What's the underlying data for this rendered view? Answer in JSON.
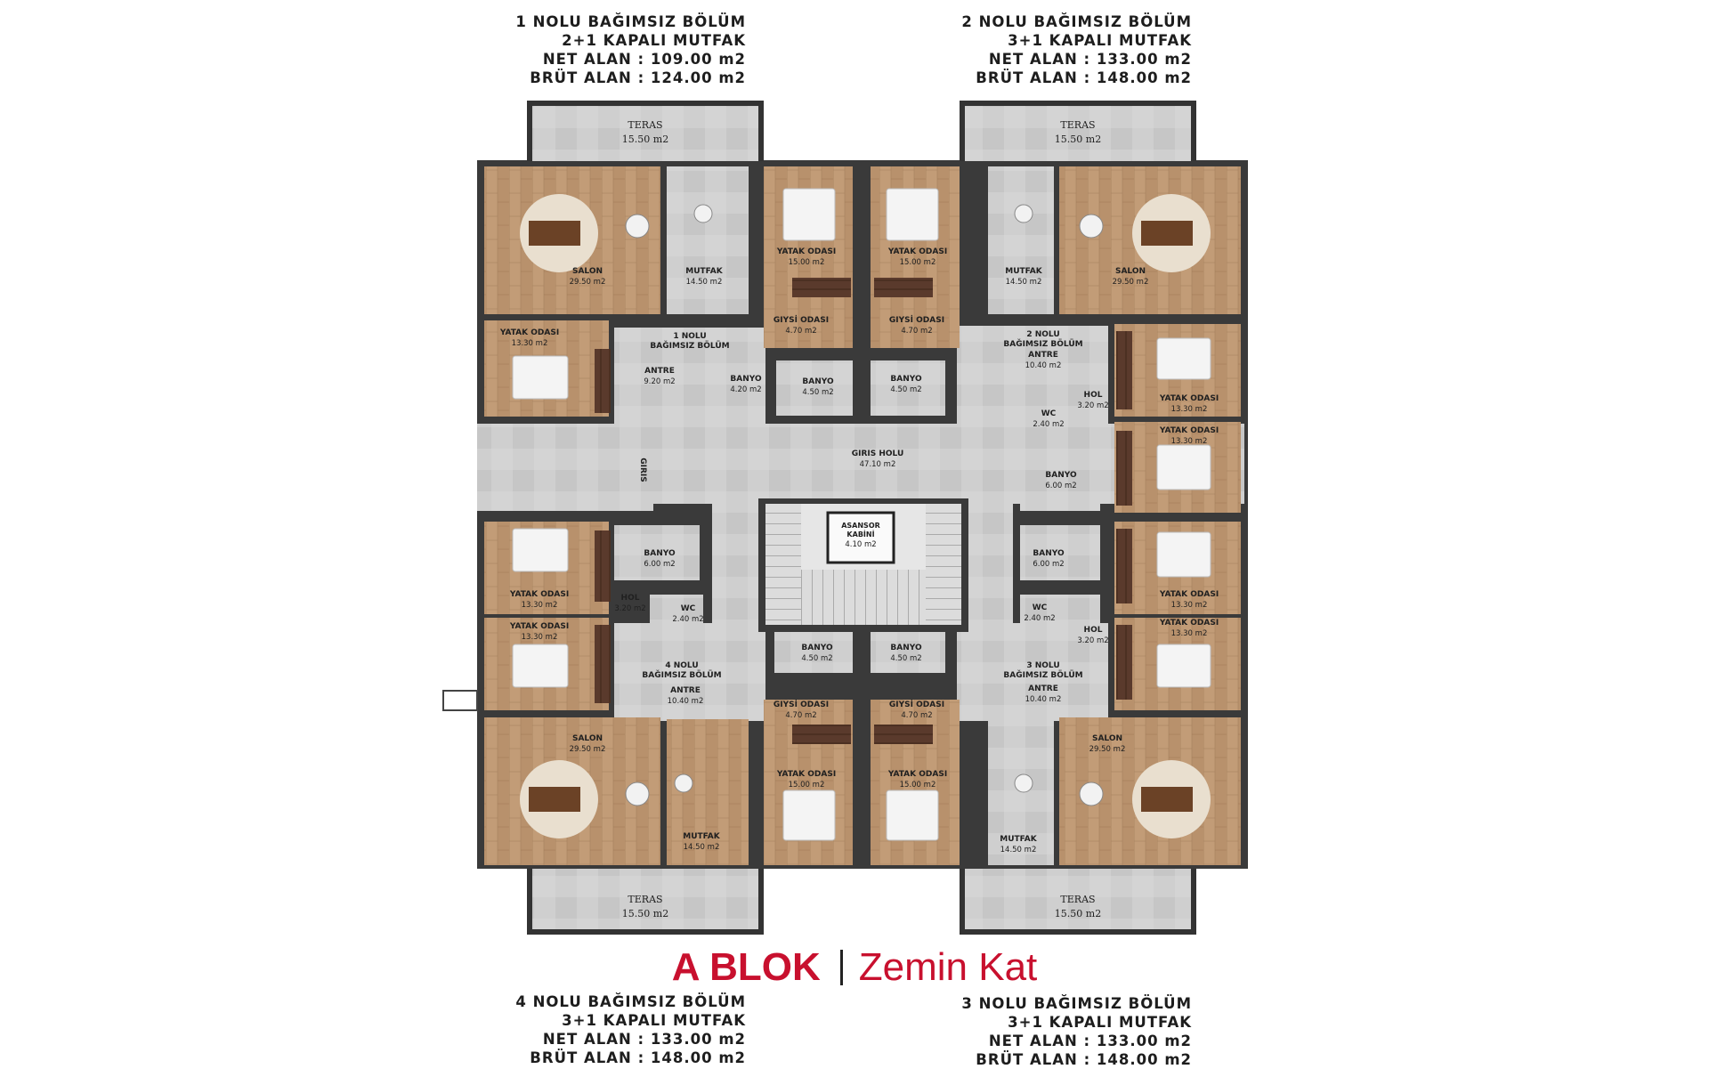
{
  "units": {
    "u1": {
      "line1": "1 NOLU BAĞIMSIZ BÖLÜM",
      "line2": "2+1 KAPALI MUTFAK",
      "line3": "NET ALAN : 109.00 m2",
      "line4": "BRÜT ALAN : 124.00 m2"
    },
    "u2": {
      "line1": "2 NOLU BAĞIMSIZ BÖLÜM",
      "line2": "3+1 KAPALI MUTFAK",
      "line3": "NET ALAN : 133.00 m2",
      "line4": "BRÜT ALAN : 148.00 m2"
    },
    "u4": {
      "line1": "4 NOLU BAĞIMSIZ BÖLÜM",
      "line2": "3+1 KAPALI MUTFAK",
      "line3": "NET ALAN : 133.00 m2",
      "line4": "BRÜT ALAN : 148.00 m2"
    },
    "u3": {
      "line1": "3 NOLU BAĞIMSIZ BÖLÜM",
      "line2": "3+1 KAPALI MUTFAK",
      "line3": "NET ALAN : 133.00 m2",
      "line4": "BRÜT ALAN : 148.00 m2"
    }
  },
  "title": {
    "block": "A BLOK",
    "floor": "Zemin Kat",
    "accent_color": "#c8102e"
  },
  "plan": {
    "teras": {
      "name": "TERAS",
      "area": "15.50 m2"
    },
    "giris": "GIRIS",
    "giris_holu": {
      "name": "GIRIS HOLU",
      "area": "47.10 m2"
    },
    "asansor": {
      "name1": "ASANSOR",
      "name2": "KABİNİ",
      "area": "4.10 m2"
    },
    "rooms": {
      "salon": {
        "name": "SALON",
        "area": "29.50 m2"
      },
      "mutfak": {
        "name": "MUTFAK",
        "area": "14.50 m2"
      },
      "yatak_15": {
        "name": "YATAK ODASI",
        "area": "15.00 m2"
      },
      "yatak_13": {
        "name": "YATAK ODASI",
        "area": "13.30 m2"
      },
      "giyinme": {
        "name": "GIYSİ ODASI",
        "area": "4.70 m2"
      },
      "banyo_450": {
        "name": "BANYO",
        "area": "4.50 m2"
      },
      "banyo_420": {
        "name": "BANYO",
        "area": "4.20 m2"
      },
      "banyo_600": {
        "name": "BANYO",
        "area": "6.00 m2"
      },
      "wc": {
        "name": "WC",
        "area": "2.40 m2"
      },
      "hol": {
        "name": "HOL",
        "area": "3.20 m2"
      },
      "antre1": {
        "name": "ANTRE",
        "area": "9.20 m2"
      },
      "antre": {
        "name": "ANTRE",
        "area": "10.40 m2"
      }
    },
    "unit_labels": {
      "u1": {
        "a": "1 NOLU",
        "b": "BAĞIMSIZ BÖLÜM"
      },
      "u2": {
        "a": "2 NOLU",
        "b": "BAĞIMSIZ BÖLÜM"
      },
      "u3": {
        "a": "3 NOLU",
        "b": "BAĞIMSIZ BÖLÜM"
      },
      "u4": {
        "a": "4 NOLU",
        "b": "BAĞIMSIZ BÖLÜM"
      }
    }
  }
}
